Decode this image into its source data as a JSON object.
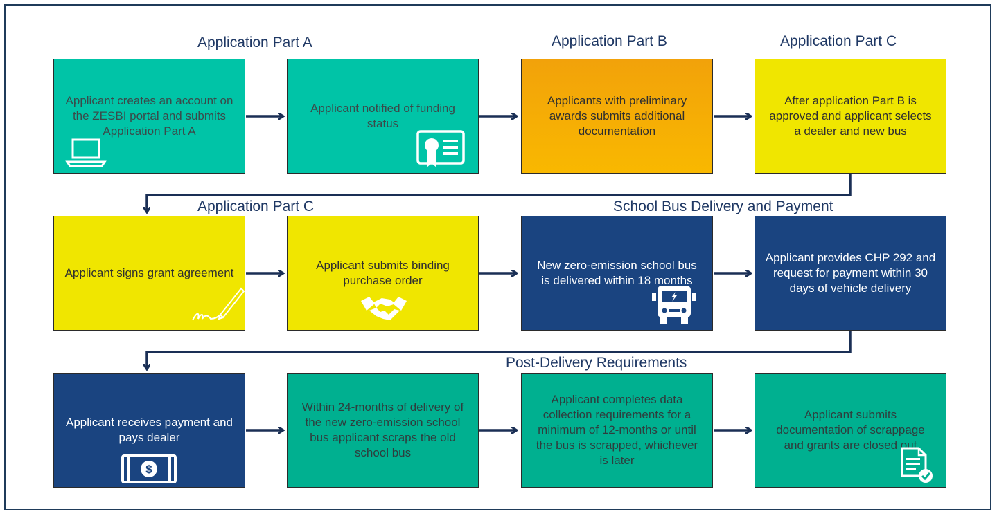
{
  "headings": {
    "part_a": "Application Part A",
    "part_b": "Application Part B",
    "part_c_top": "Application Part C",
    "part_c_mid": "Application Part C",
    "delivery": "School Bus Delivery and Payment",
    "post_delivery": "Post-Delivery Requirements"
  },
  "steps": {
    "s1": "Applicant creates an account on the ZESBI portal and submits Application Part A",
    "s2": "Applicant notified of funding status",
    "s3": "Applicants with preliminary awards submits additional documentation",
    "s4": "After application Part B is approved and applicant selects a dealer and new bus",
    "s5": "Applicant signs grant agreement",
    "s6": "Applicant submits binding purchase order",
    "s7": "New zero-emission school bus is delivered within 18 months",
    "s8": "Applicant provides CHP 292 and request for payment within 30 days of vehicle delivery",
    "s9": "Applicant receives payment and pays dealer",
    "s10": "Within 24-months of delivery of the new zero-emission school bus applicant scraps the old school bus",
    "s11": "Applicant completes data collection requirements for a minimum of 12-months or until the bus is scrapped, whichever is later",
    "s12": "Applicant submits documentation of scrappage and grants are closed out"
  },
  "icons": {
    "s1": "laptop-icon",
    "s2": "certificate-icon",
    "s5": "signature-pen-icon",
    "s6": "handshake-icon",
    "s7": "electric-bus-icon",
    "s9": "dollar-bill-icon",
    "s12": "approved-document-icon"
  },
  "colors": {
    "teal": "#00c4a7",
    "orange": "#f9b800",
    "yellow": "#f0e600",
    "navy": "#1a4480",
    "green": "#00b090",
    "connector": "#1a2f55"
  }
}
